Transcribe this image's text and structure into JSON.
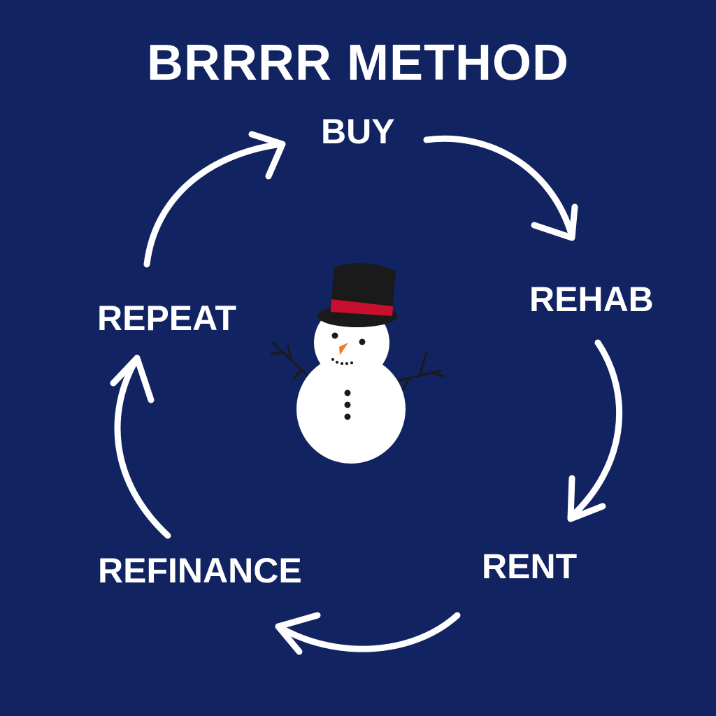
{
  "title": "BRRRR METHOD",
  "steps": {
    "buy": "BUY",
    "rehab": "REHAB",
    "rent": "RENT",
    "refinance": "REFINANCE",
    "repeat": "REPEAT"
  },
  "colors": {
    "background": "#112360",
    "text": "#ffffff",
    "arrow": "#ffffff",
    "hat": "#1a1a1a",
    "hat_band": "#c8102e",
    "carrot_nose": "#f07a2a",
    "snow": "#ffffff"
  },
  "icons": {
    "center": "snowman-icon",
    "arrows": "curved-arrow-icon"
  }
}
